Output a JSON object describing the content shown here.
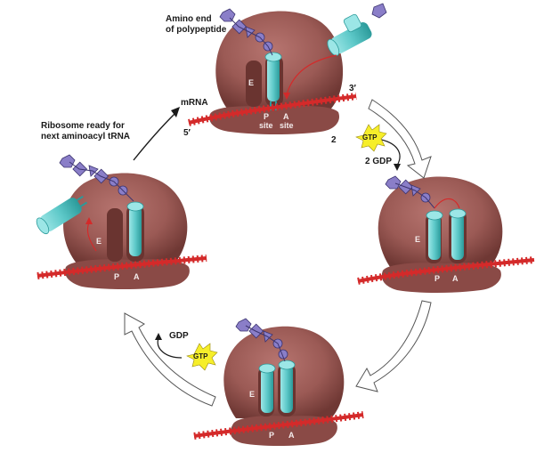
{
  "labels": {
    "amino_end_line1": "Amino end",
    "amino_end_line2": "of polypeptide",
    "mrna": "mRNA",
    "three_prime": "3′",
    "five_prime": "5′",
    "ribosome_ready_line1": "Ribosome ready for",
    "ribosome_ready_line2": "next aminoacyl tRNA",
    "gtp": "GTP",
    "two": "2",
    "two_gdp": "2 GDP",
    "gdp": "GDP"
  },
  "sites": {
    "e": "E",
    "p": "P",
    "a": "A",
    "p_site": "P",
    "a_site": "A",
    "site_word_p": "site",
    "site_word_a": "site"
  },
  "colors": {
    "ribosome_body": "#9b5a55",
    "ribosome_shade": "#7a3f3b",
    "ribosome_small": "#8a4a46",
    "trna": "#5ec9c9",
    "trna_dark": "#2b9a9a",
    "mrna": "#d42a2a",
    "peptide": "#8a7ec8",
    "gtp_burst": "#f6ee2a",
    "arrow_fill": "#ffffff",
    "arrow_stroke": "#555555"
  }
}
